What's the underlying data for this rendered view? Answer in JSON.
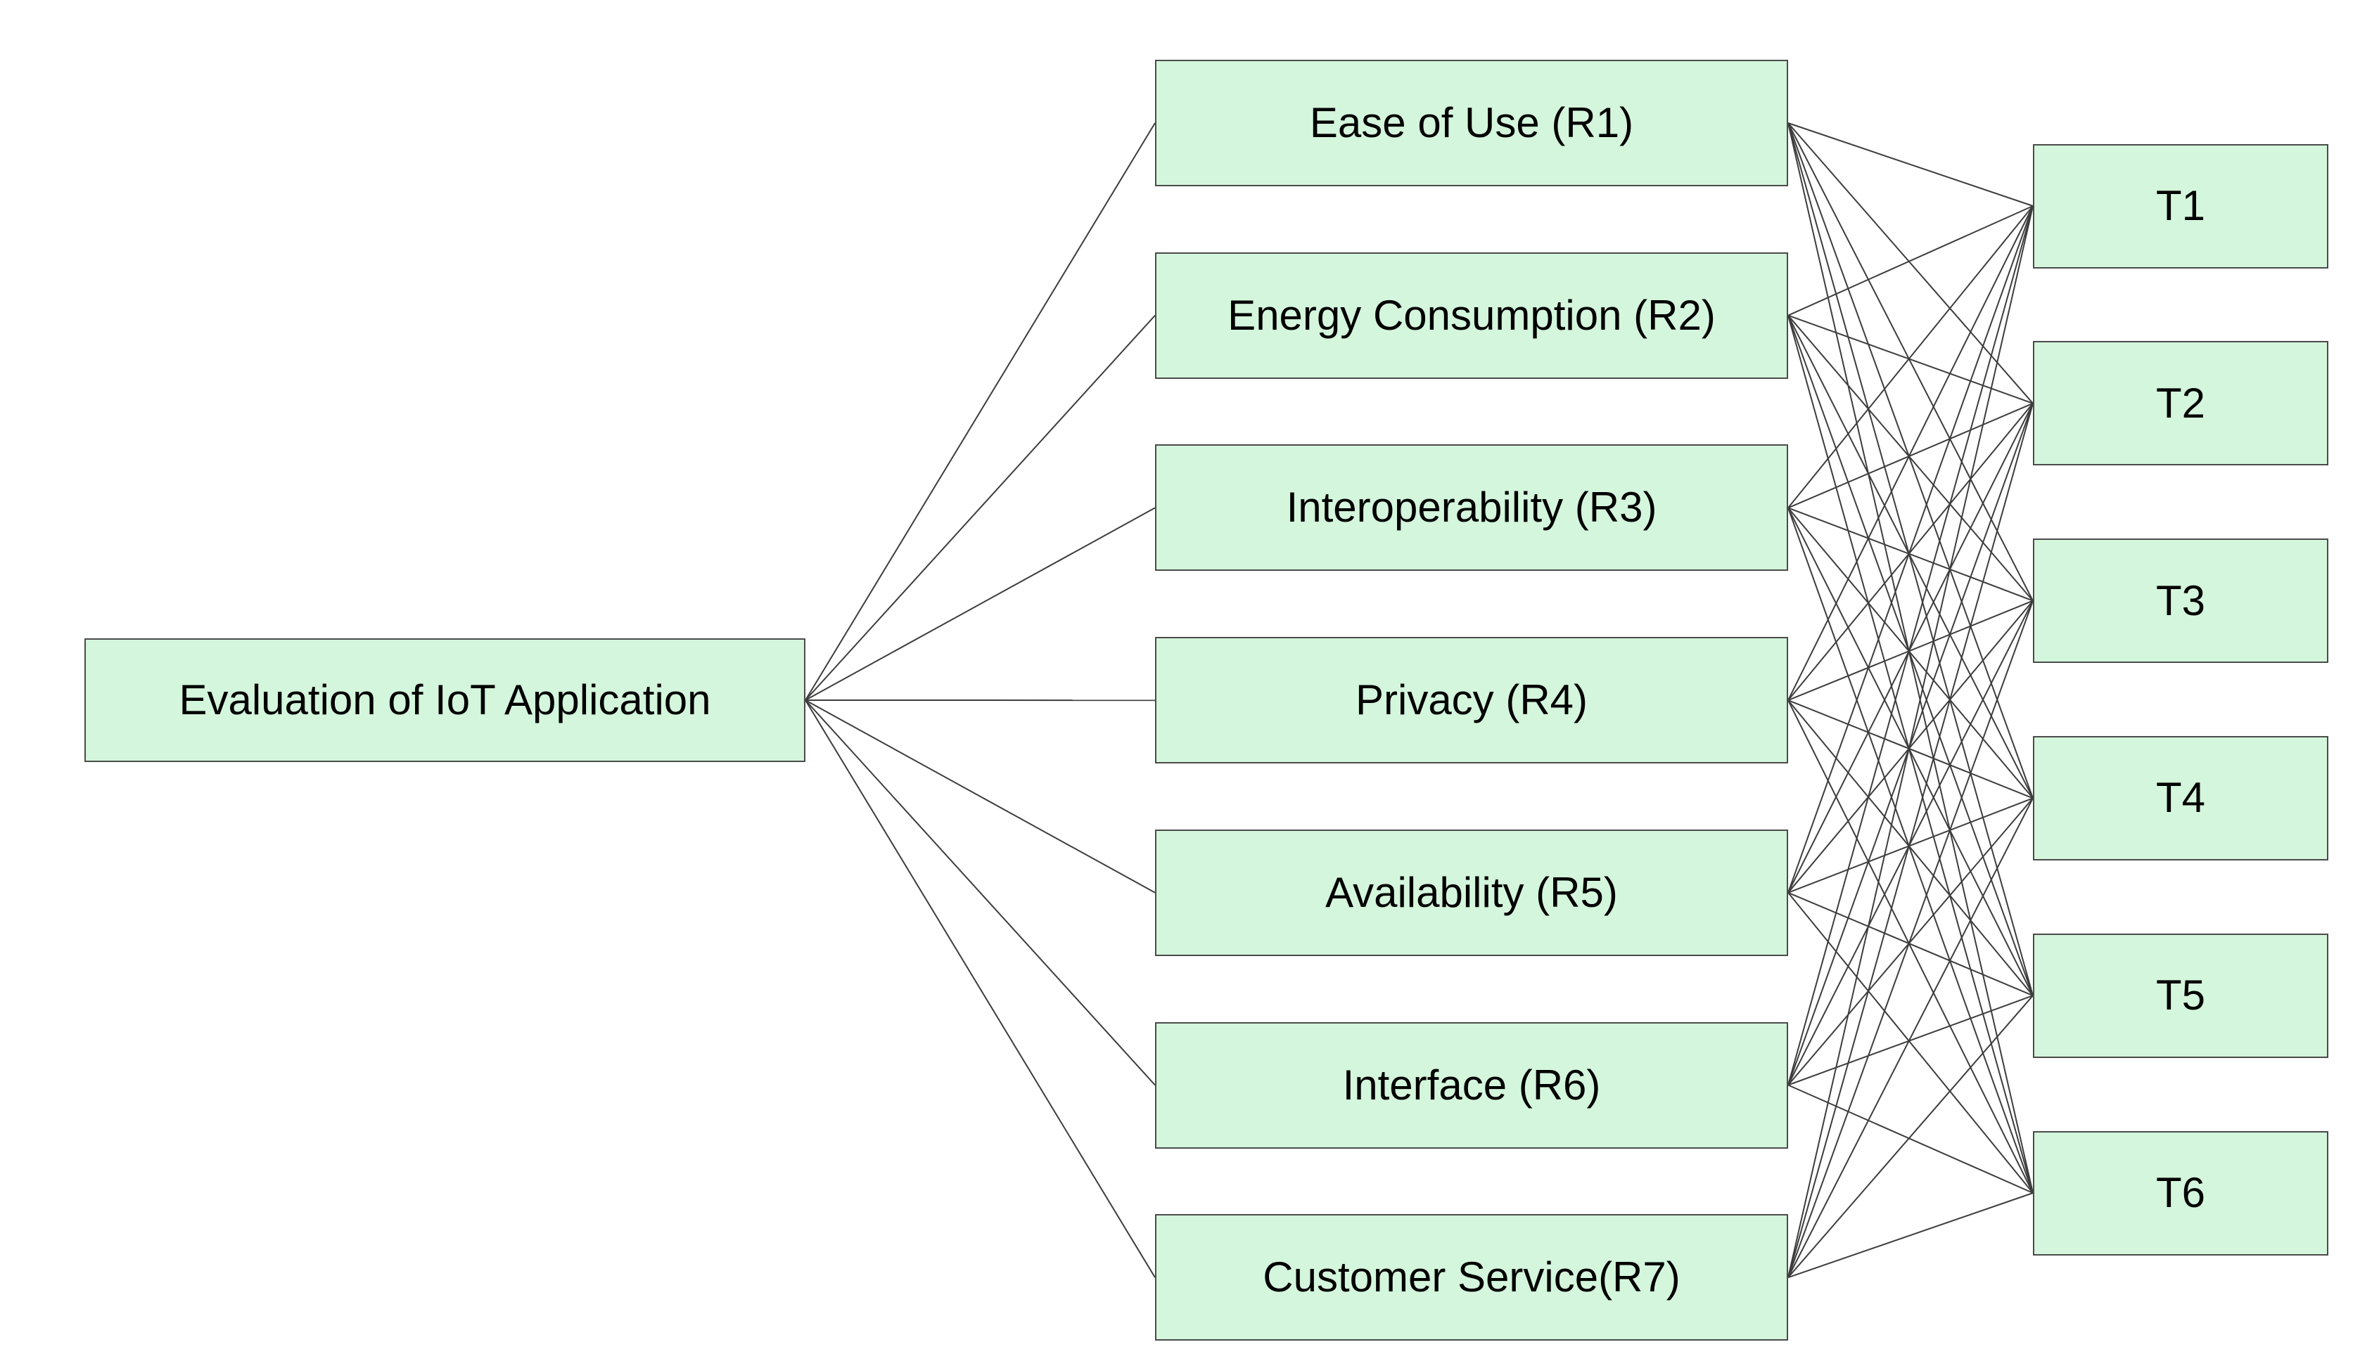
{
  "diagram": {
    "root": {
      "id": "root",
      "label": "Evaluation of IoT Application"
    },
    "criteria": [
      {
        "id": "R1",
        "label": "Ease of Use (R1)"
      },
      {
        "id": "R2",
        "label": "Energy Consumption (R2)"
      },
      {
        "id": "R3",
        "label": "Interoperability (R3)"
      },
      {
        "id": "R4",
        "label": "Privacy (R4)"
      },
      {
        "id": "R5",
        "label": "Availability (R5)"
      },
      {
        "id": "R6",
        "label": "Interface (R6)"
      },
      {
        "id": "R7",
        "label": "Customer Service(R7)"
      }
    ],
    "alternatives": [
      {
        "id": "T1",
        "label": "T1"
      },
      {
        "id": "T2",
        "label": "T2"
      },
      {
        "id": "T3",
        "label": "T3"
      },
      {
        "id": "T4",
        "label": "T4"
      },
      {
        "id": "T5",
        "label": "T5"
      },
      {
        "id": "T6",
        "label": "T6"
      }
    ],
    "connections": {
      "root_to_criteria": "all",
      "criteria_to_alternatives": "all"
    },
    "colors": {
      "background": "#ffffff",
      "node_fill": "#d4f6dc",
      "node_border": "#4b4b4b",
      "edge": "#3d3d3d",
      "text": "#000000"
    }
  }
}
